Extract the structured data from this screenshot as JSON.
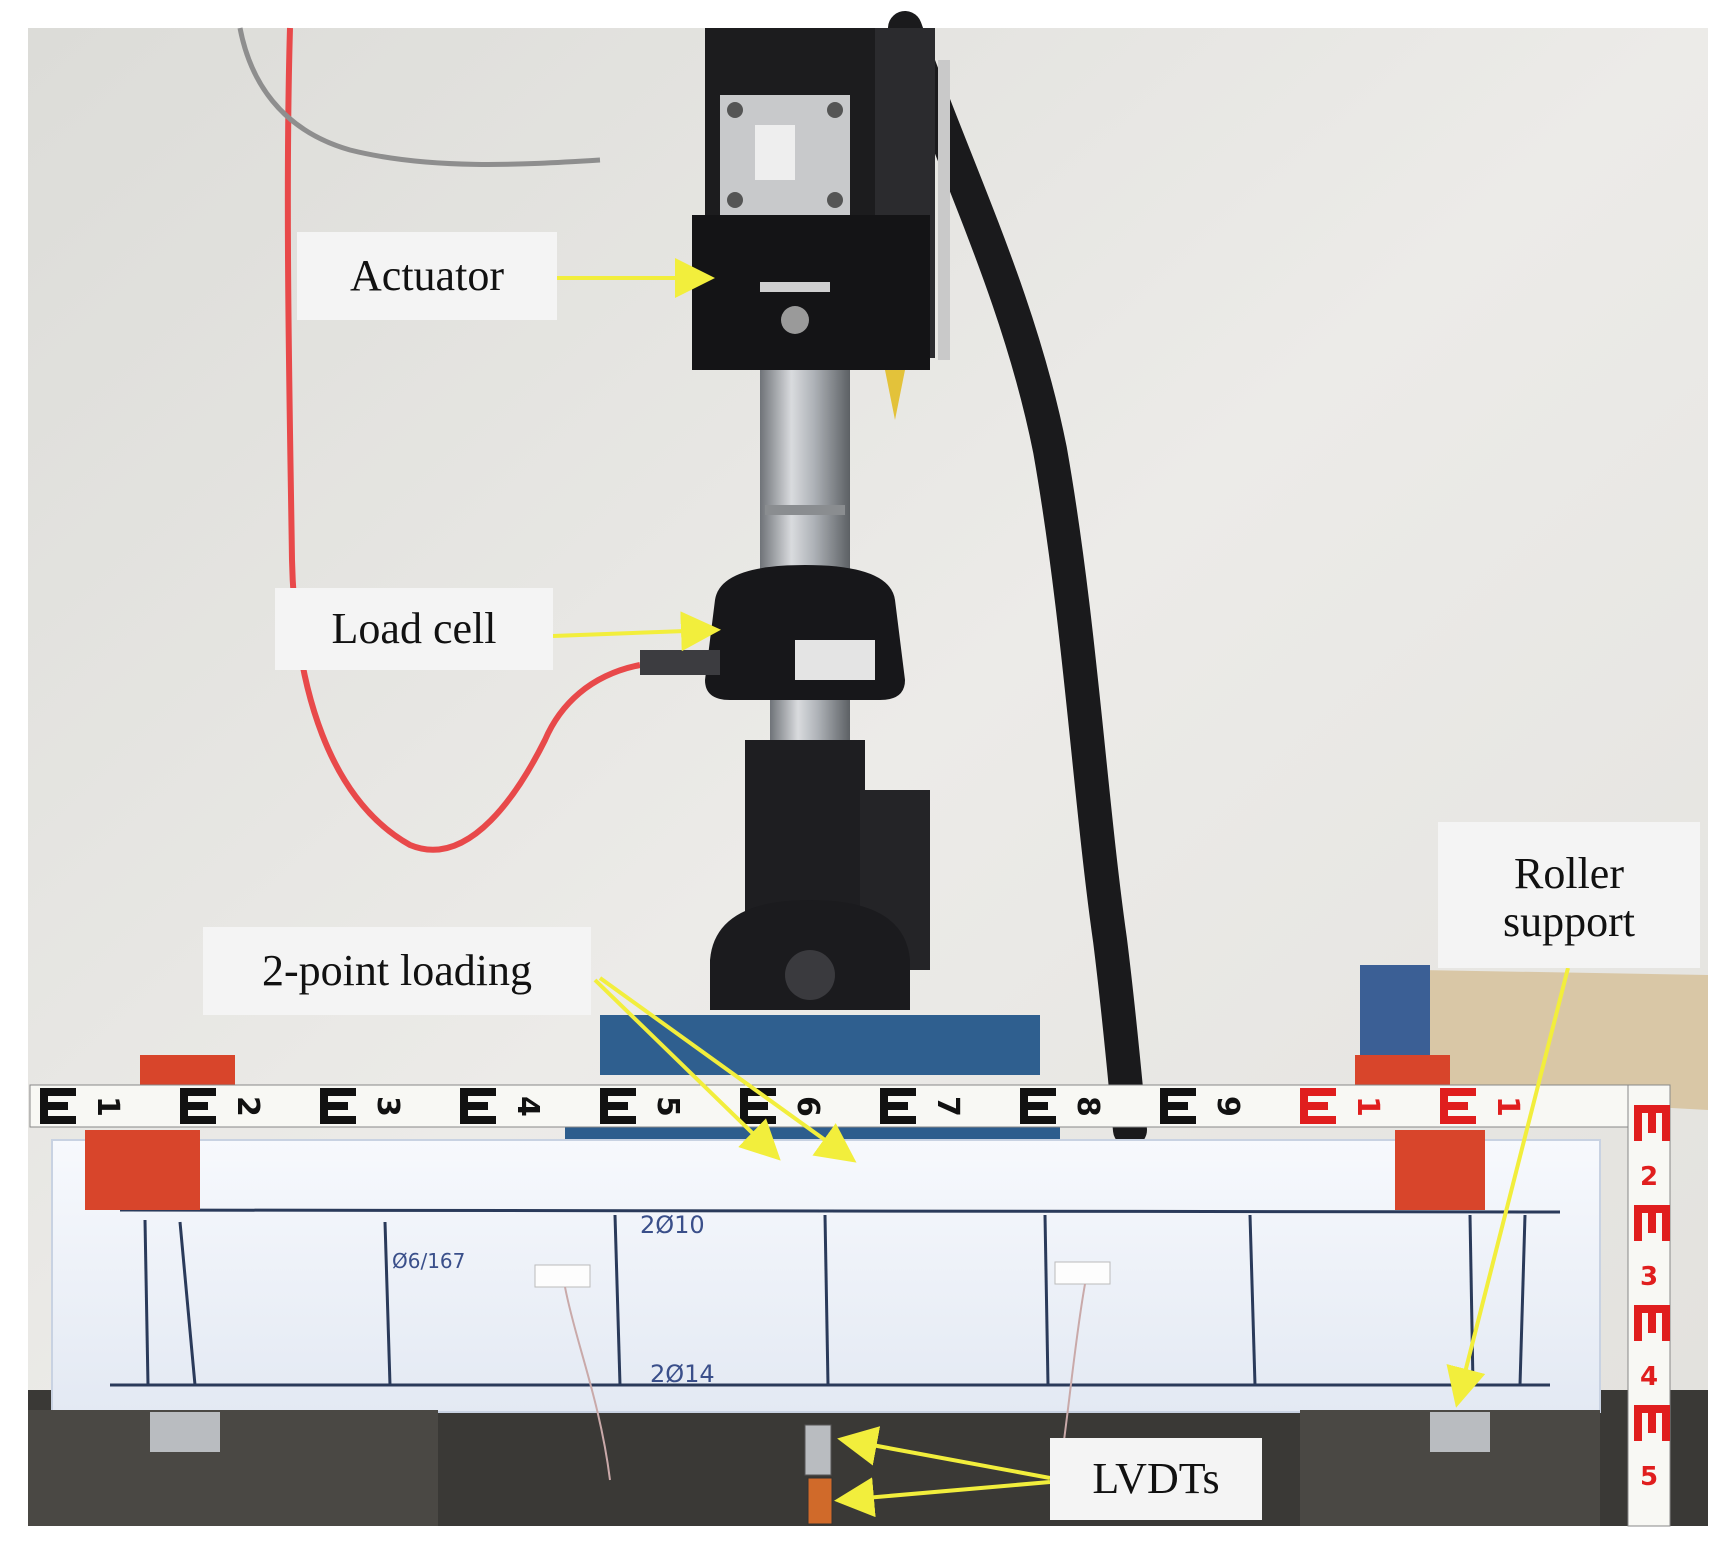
{
  "callouts": {
    "actuator": "Actuator",
    "load_cell": "Load cell",
    "two_point_loading": "2-point loading",
    "roller_support_line1": "Roller",
    "roller_support_line2": "support",
    "lvdts": "LVDTs"
  },
  "beam_markings": {
    "top_reinforcement": "2Ø10",
    "stirrups": "Ø6/167",
    "bottom_reinforcement": "2Ø14"
  },
  "ruler_numbers": [
    "1",
    "2",
    "3",
    "4",
    "5",
    "6",
    "7",
    "8",
    "9",
    "1",
    "1",
    "2",
    "3",
    "4",
    "5"
  ],
  "colors": {
    "wall": "#e6e6e3",
    "beam": "#f0f4fb",
    "support_block": "#d8452b",
    "frame_black": "#1c1c1e",
    "steel": "#b9bcc0",
    "base_plate": "#2f5f8f",
    "cable_red": "#e8494a",
    "arrow_yellow": "#f2ee3c",
    "ruler_black": "#111111",
    "ruler_red": "#e01e1e"
  }
}
